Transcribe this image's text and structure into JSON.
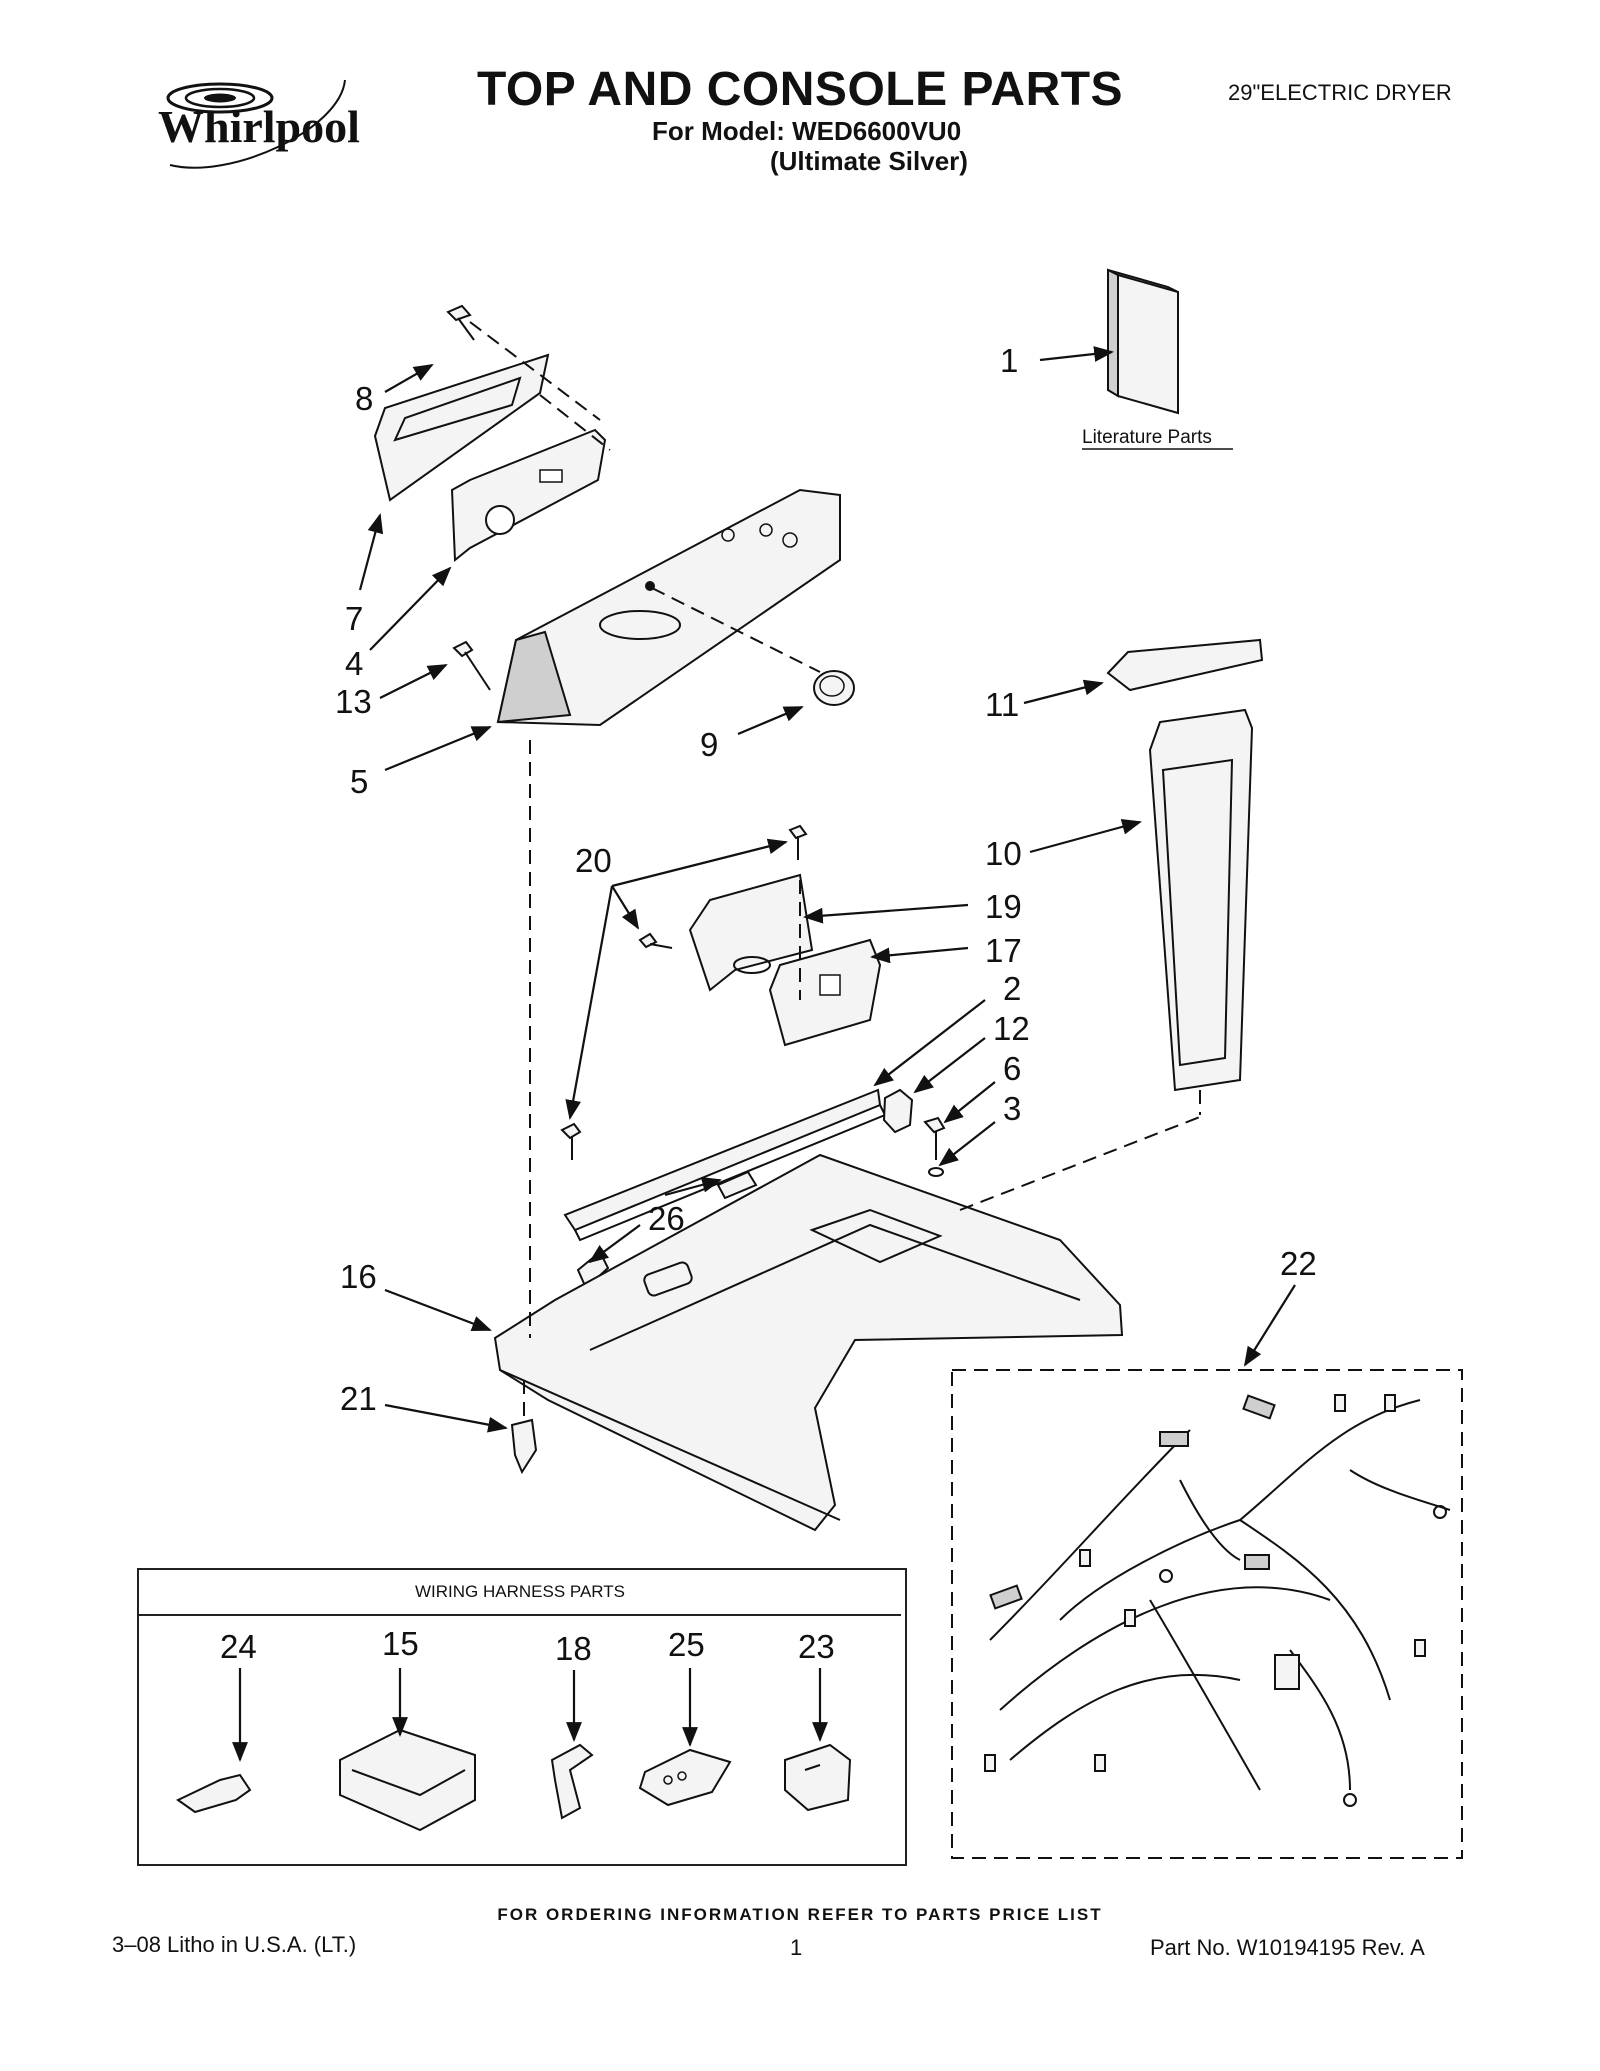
{
  "header": {
    "brand": "Whirlpool",
    "title": "TOP AND CONSOLE PARTS",
    "model_line": "For Model: WED6600VU0",
    "color_line": "(Ultimate Silver)",
    "product_type": "29\"ELECTRIC DRYER"
  },
  "diagram": {
    "literature_label": "Literature Parts",
    "callouts": [
      "1",
      "8",
      "7",
      "4",
      "13",
      "5",
      "9",
      "11",
      "10",
      "20",
      "19",
      "17",
      "2",
      "12",
      "6",
      "3",
      "26",
      "16",
      "21",
      "22"
    ]
  },
  "harness_box": {
    "title": "WIRING HARNESS PARTS",
    "items": [
      "24",
      "15",
      "18",
      "25",
      "23"
    ]
  },
  "footer": {
    "order_note": "FOR ORDERING INFORMATION REFER TO PARTS PRICE LIST",
    "left": "3–08 Litho in U.S.A. (LT.)",
    "center": "1",
    "right": "Part No. W10194195 Rev. A"
  }
}
